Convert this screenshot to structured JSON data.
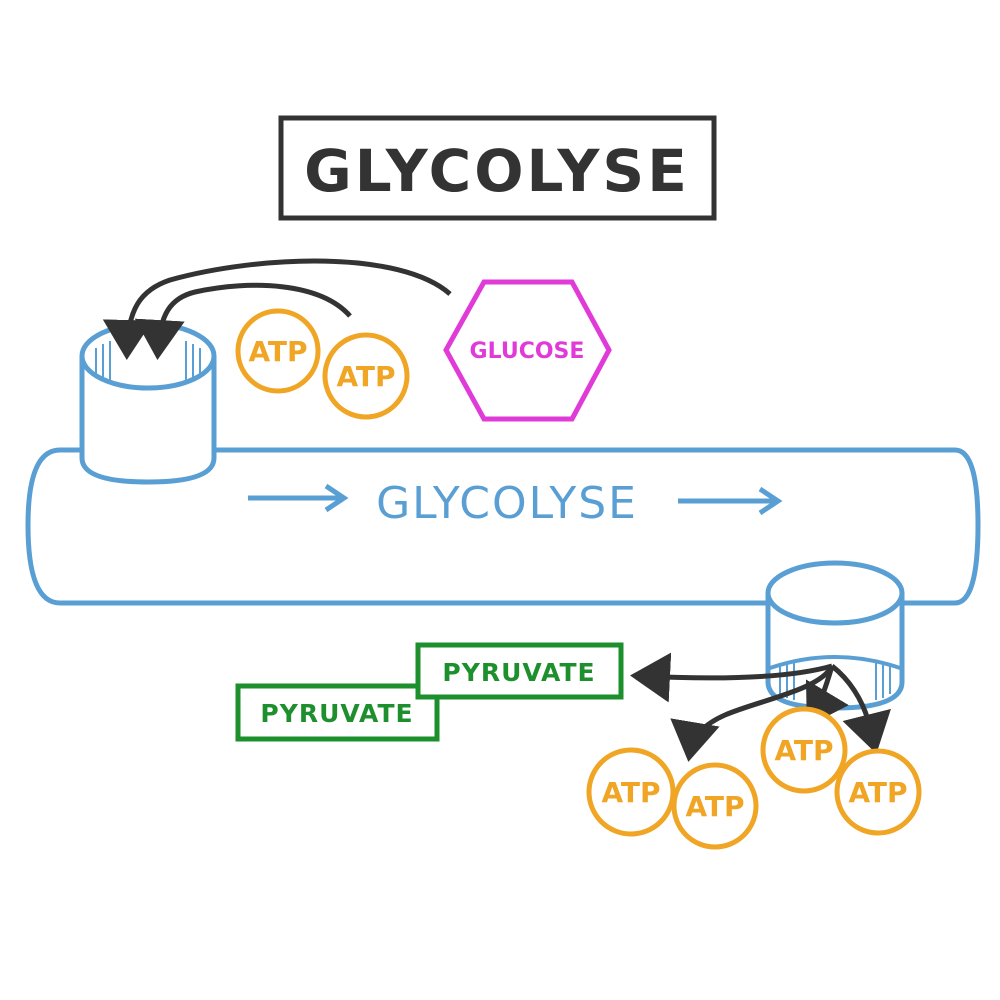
{
  "diagram": {
    "title": "GLYCOLYSE",
    "tube_label": "GLYCOLYSE",
    "input_molecule": "GLUCOSE",
    "inputs_consumed": [
      "ATP",
      "ATP"
    ],
    "outputs_pyruvate": [
      "PYRUVATE",
      "PYRUVATE"
    ],
    "outputs_atp": [
      "ATP",
      "ATP",
      "ATP",
      "ATP"
    ]
  },
  "colors": {
    "ink": "#333333",
    "tube": "#5a9fd4",
    "atp": "#f0a525",
    "glucose": "#e03bd8",
    "pyruvate": "#1e8f2d"
  },
  "icons": {
    "flow_arrow": "right-arrow-icon",
    "transfer_arrow": "curved-arrow-icon"
  }
}
